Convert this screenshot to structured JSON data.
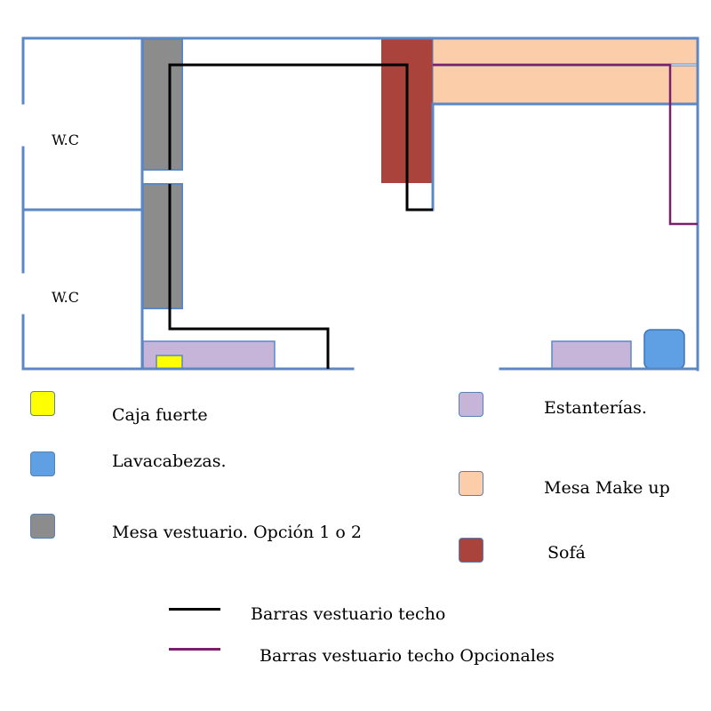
{
  "plan": {
    "rooms": [
      {
        "label": "W.C"
      },
      {
        "label": "W.C"
      }
    ]
  },
  "colors": {
    "wall": "#5b88c4",
    "safe": "#ffff00",
    "sink": "#5fa0e4",
    "wardrobe_table": "#8c8c8c",
    "shelves": "#c7b4d9",
    "makeup_table": "#fbcda8",
    "sofa": "#a9433c",
    "ceiling_bars": "#000000",
    "optional_bars": "#7a1f6e"
  },
  "legend": {
    "left": [
      {
        "key": "safe",
        "label": "Caja fuerte"
      },
      {
        "key": "sink",
        "label": "Lavacabezas."
      },
      {
        "key": "wardrobe_table",
        "label": "Mesa vestuario. Opción 1 o 2"
      }
    ],
    "right": [
      {
        "key": "shelves",
        "label": "Estanterías."
      },
      {
        "key": "makeup_table",
        "label": "Mesa  Make up"
      },
      {
        "key": "sofa",
        "label": "Sofá"
      }
    ],
    "lines": [
      {
        "key": "ceiling_bars",
        "label": "Barras vestuario techo"
      },
      {
        "key": "optional_bars",
        "label": "Barras vestuario techo Opcionales"
      }
    ]
  }
}
